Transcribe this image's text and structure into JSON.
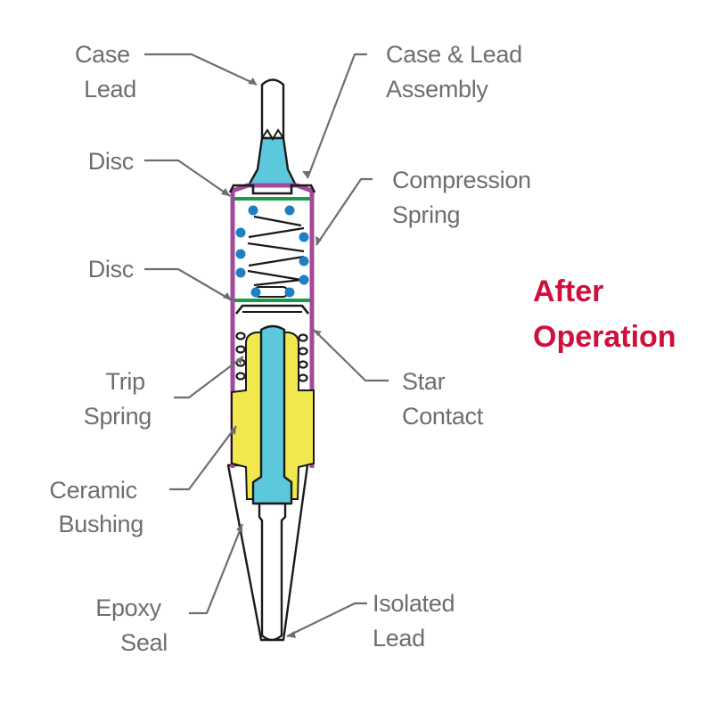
{
  "title": {
    "line1": "After",
    "line2": "Operation"
  },
  "labels": {
    "case_lead": [
      "Case",
      "Lead"
    ],
    "case_lead_assembly": [
      "Case & Lead",
      "Assembly"
    ],
    "disc_top": [
      "Disc"
    ],
    "compression_spring": [
      "Compression",
      "Spring"
    ],
    "disc_bottom": [
      "Disc"
    ],
    "trip_spring": [
      "Trip",
      "Spring"
    ],
    "star_contact": [
      "Star",
      "Contact"
    ],
    "ceramic_bushing": [
      "Ceramic",
      "Bushing"
    ],
    "epoxy_seal": [
      "Epoxy",
      "Seal"
    ],
    "isolated_lead": [
      "Isolated",
      "Lead"
    ]
  },
  "colors": {
    "title": "#d0103a",
    "label_text": "#6d6e71",
    "case": "#a3489b",
    "lead": "#5cc8dc",
    "disc": "#1a9a4a",
    "spring_dots": "#1f7fc4",
    "ceramic": "#f0e84e",
    "outline": "#1a1a1a"
  }
}
